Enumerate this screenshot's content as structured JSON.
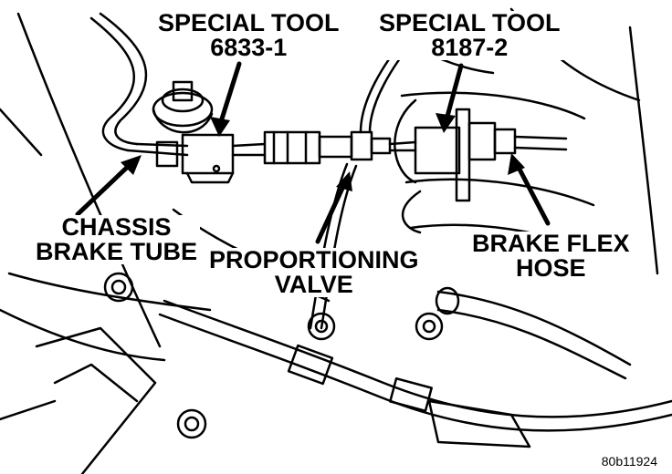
{
  "labels": {
    "tool1": {
      "line1": "SPECIAL TOOL",
      "line2": "6833-1"
    },
    "tool2": {
      "line1": "SPECIAL TOOL",
      "line2": "8187-2"
    },
    "chassis": {
      "line1": "CHASSIS",
      "line2": "BRAKE TUBE"
    },
    "valve": {
      "line1": "PROPORTIONING",
      "line2": "VALVE"
    },
    "hose": {
      "line1": "BRAKE FLEX",
      "line2": "HOSE"
    }
  },
  "figure_id": "80b11924",
  "colors": {
    "ink": "#000000",
    "paper": "#ffffff"
  }
}
